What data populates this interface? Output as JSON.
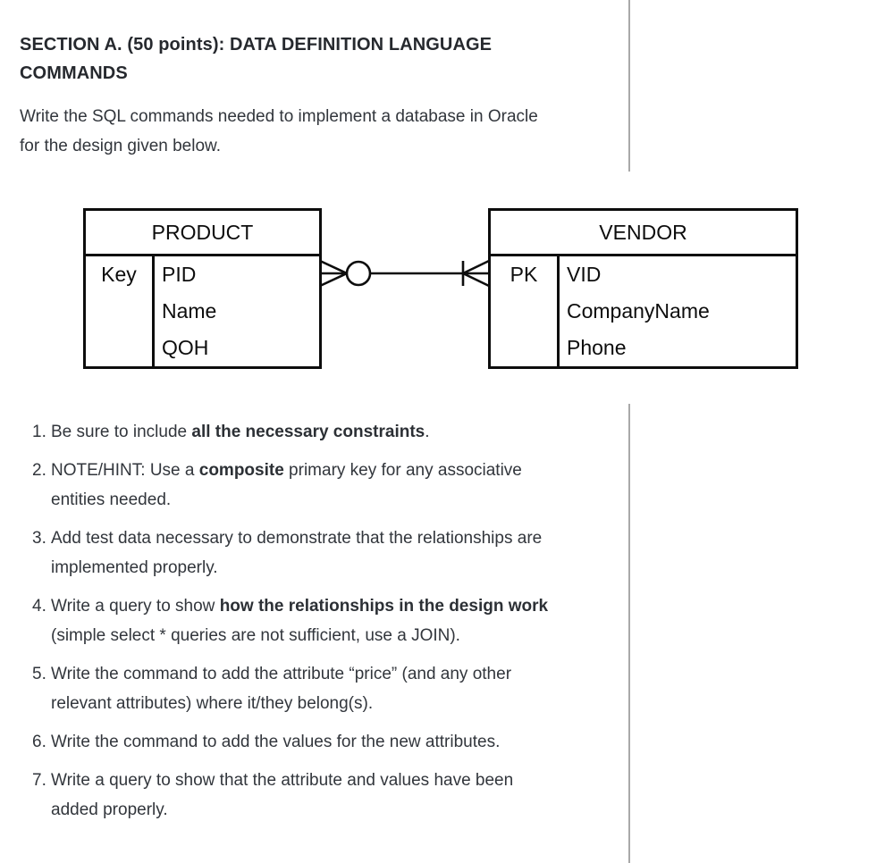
{
  "page": {
    "background_color": "#ffffff",
    "text_color": "#32363c",
    "heading_color": "#26292e",
    "diagram_line_color": "#0d0d0d",
    "divider_rule_color": "#a9a9a9"
  },
  "title": {
    "lines": [
      "SECTION A. (50 points): DATA DEFINITION LANGUAGE",
      "COMMANDS"
    ]
  },
  "intro": {
    "lines": [
      "Write the SQL commands needed to implement a database in Oracle",
      "for the design given below."
    ]
  },
  "diagram": {
    "product": {
      "title": "PRODUCT",
      "key_label": "Key",
      "attributes": [
        "PID",
        "Name",
        "QOH"
      ]
    },
    "vendor": {
      "title": "VENDOR",
      "key_label": "PK",
      "attributes": [
        "VID",
        "CompanyName",
        "Phone"
      ]
    },
    "relationship": {
      "product_end": "zero-or-many (crow's foot with circle)",
      "vendor_end": "one-or-many (crow's foot with bar)"
    }
  },
  "instructions": {
    "items": [
      {
        "number": "1.",
        "lines": [
          [
            {
              "t": "Be sure to include ",
              "b": false
            },
            {
              "t": "all the necessary constraints",
              "b": true
            },
            {
              "t": ".",
              "b": false
            }
          ]
        ]
      },
      {
        "number": "2.",
        "lines": [
          [
            {
              "t": "NOTE/HINT: Use a ",
              "b": false
            },
            {
              "t": "composite",
              "b": true
            },
            {
              "t": " primary key for any associative",
              "b": false
            }
          ],
          [
            {
              "t": "entities needed.",
              "b": false
            }
          ]
        ]
      },
      {
        "number": "3.",
        "lines": [
          [
            {
              "t": "Add test data necessary to demonstrate that the relationships are",
              "b": false
            }
          ],
          [
            {
              "t": "implemented properly.",
              "b": false
            }
          ]
        ]
      },
      {
        "number": "4.",
        "lines": [
          [
            {
              "t": "Write a query to show ",
              "b": false
            },
            {
              "t": "how the relationships in the design work",
              "b": true
            }
          ],
          [
            {
              "t": "(simple select * queries are not sufficient, use a JOIN).",
              "b": false
            }
          ]
        ]
      },
      {
        "number": "5.",
        "lines": [
          [
            {
              "t": "Write the command to add the attribute “price” (and any other",
              "b": false
            }
          ],
          [
            {
              "t": "relevant attributes) where it/they belong(s).",
              "b": false
            }
          ]
        ]
      },
      {
        "number": "6.",
        "lines": [
          [
            {
              "t": "Write the command to add the values for the new attributes.",
              "b": false
            }
          ]
        ]
      },
      {
        "number": "7.",
        "lines": [
          [
            {
              "t": "Write a query to show that the attribute and values have been",
              "b": false
            }
          ],
          [
            {
              "t": "added properly.",
              "b": false
            }
          ]
        ]
      }
    ]
  }
}
